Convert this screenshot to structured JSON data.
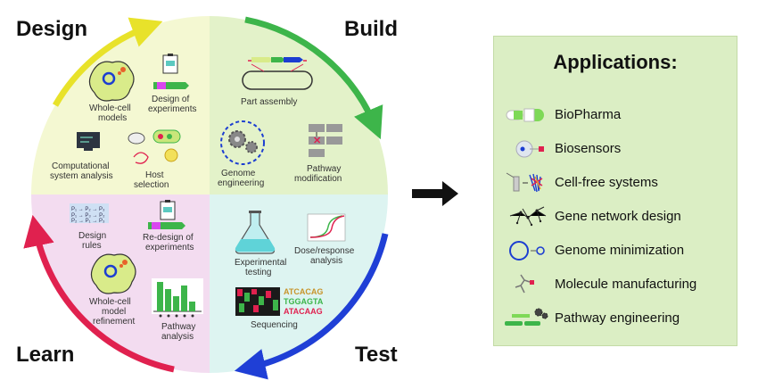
{
  "phases": {
    "design": "Design",
    "build": "Build",
    "test": "Test",
    "learn": "Learn"
  },
  "design_items": {
    "whole_cell_models": [
      "Whole-cell",
      "models"
    ],
    "design_of_experiments": [
      "Design of",
      "experiments"
    ],
    "computational_system_analysis": [
      "Computational",
      "system analysis"
    ],
    "host_selection": [
      "Host",
      "selection"
    ]
  },
  "build_items": {
    "part_assembly": "Part assembly",
    "genome_engineering": [
      "Genome",
      "engineering"
    ],
    "pathway_modification": [
      "Pathway",
      "modification"
    ]
  },
  "learn_items": {
    "design_rules": [
      "Design",
      "rules"
    ],
    "redesign_of_experiments": [
      "Re-design of",
      "experiments"
    ],
    "whole_cell_model_refinement": [
      "Whole-cell",
      "model",
      "refinement"
    ],
    "pathway_analysis": [
      "Pathway",
      "analysis"
    ]
  },
  "test_items": {
    "experimental_testing": [
      "Experimental",
      "testing"
    ],
    "dose_response_analysis": [
      "Dose/response",
      "analysis"
    ],
    "sequencing": "Sequencing",
    "sequence_rows": [
      "ATCACAG",
      "TGGAGTA",
      "ATACAAG"
    ]
  },
  "applications": {
    "title": "Applications:",
    "items": [
      {
        "label": "BioPharma",
        "icon": "capsule-icon"
      },
      {
        "label": "Biosensors",
        "icon": "biosensor-icon"
      },
      {
        "label": "Cell-free systems",
        "icon": "cell-free-icon"
      },
      {
        "label": "Gene network design",
        "icon": "gene-network-icon"
      },
      {
        "label": "Genome minimization",
        "icon": "genome-minimization-icon"
      },
      {
        "label": "Molecule manufacturing",
        "icon": "molecule-icon"
      },
      {
        "label": "Pathway engineering",
        "icon": "pathway-icon"
      }
    ]
  },
  "colors": {
    "design_arrow": "#e8e22a",
    "build_arrow": "#3db54a",
    "test_arrow": "#1f3fd6",
    "learn_arrow": "#e0214f",
    "design_quadrant": "#f4f8d2",
    "build_quadrant": "#e3f2c9",
    "test_quadrant": "#ddf4f1",
    "learn_quadrant": "#f3dcf0",
    "applications_box": "#dbeec4"
  }
}
